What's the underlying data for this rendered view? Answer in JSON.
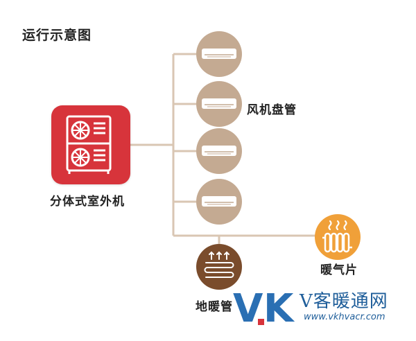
{
  "title": "运行示意图",
  "outdoor_unit": {
    "label": "分体式室外机",
    "icon": "outdoor-ac-unit-icon",
    "color": "#d7343b"
  },
  "fan_coil": {
    "label": "风机盘管",
    "icon": "split-ac-indoor-unit-icon",
    "color": "#c4aa92",
    "count": 4
  },
  "radiator": {
    "label": "暖气片",
    "icon": "radiator-heat-icon",
    "color": "#f0a039"
  },
  "floor_heating": {
    "label": "地暖管",
    "icon": "floor-heating-coil-icon",
    "color": "#7a4c2c"
  },
  "pipe_color": "#d9c6b3",
  "watermark": {
    "logo_v": "V",
    "logo_k": "K",
    "name": "V客暖通网",
    "url": "www.vkhvacr.com",
    "color": "#1f5e9a"
  }
}
